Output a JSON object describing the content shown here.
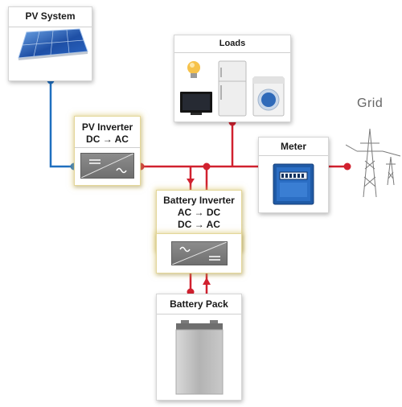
{
  "pv_system": {
    "label": "PV System"
  },
  "loads": {
    "label": "Loads"
  },
  "pv_inverter": {
    "line1": "PV Inverter",
    "line2": "DC → AC"
  },
  "meter": {
    "label": "Meter"
  },
  "grid": {
    "label": "Grid"
  },
  "battery_inverter": {
    "line1": "Battery Inverter",
    "line2": "AC → DC",
    "line3": "DC → AC"
  },
  "battery_pack": {
    "label": "Battery Pack"
  },
  "colors": {
    "ac_line": "#d1212f",
    "dc_line": "#1f6fbf",
    "glow": "#e4d79a"
  }
}
